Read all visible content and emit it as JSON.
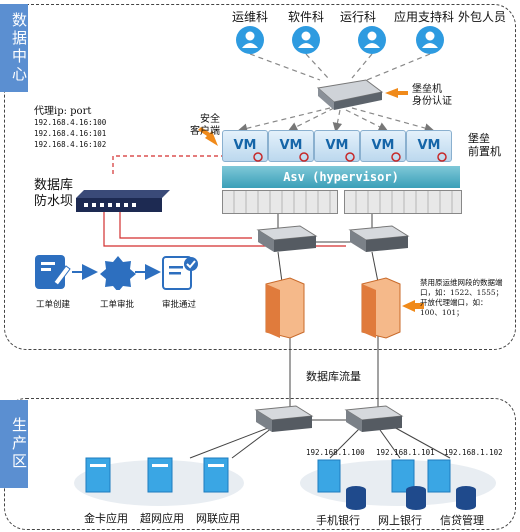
{
  "regions": {
    "datacenter_label": "数据中心",
    "production_label": "生产区"
  },
  "users": [
    "运维科",
    "软件科",
    "运行科",
    "应用支持科",
    "外包人员"
  ],
  "bastion": {
    "auth_label": "堡垒机\n身份认证",
    "front_label": "堡垒\n前置机",
    "client_label": "安全\n客户端"
  },
  "proxy": {
    "title": "代理ip: port",
    "ports": [
      "192.168.4.16:100",
      "192.168.4.16:101",
      "192.168.4.16:102"
    ]
  },
  "vm_label": "VM",
  "hypervisor_label": "Asv (hypervisor)",
  "db_firewall_label": "数据库\n防水坝",
  "workflow": [
    "工单创建",
    "工单审批",
    "审批通过"
  ],
  "policy_note": "禁用原运维网段的数据端\n口，如：1522、1555；\n开放代理端口，如：\n100、101；",
  "traffic_label": "数据库流量",
  "prod_apps": [
    "金卡应用",
    "超网应用",
    "网联应用"
  ],
  "db_ips": [
    "192.168.1.100",
    "192.168.1.101",
    "192.168.1.102"
  ],
  "db_names": [
    "手机银行",
    "网上银行",
    "信贷管理"
  ]
}
